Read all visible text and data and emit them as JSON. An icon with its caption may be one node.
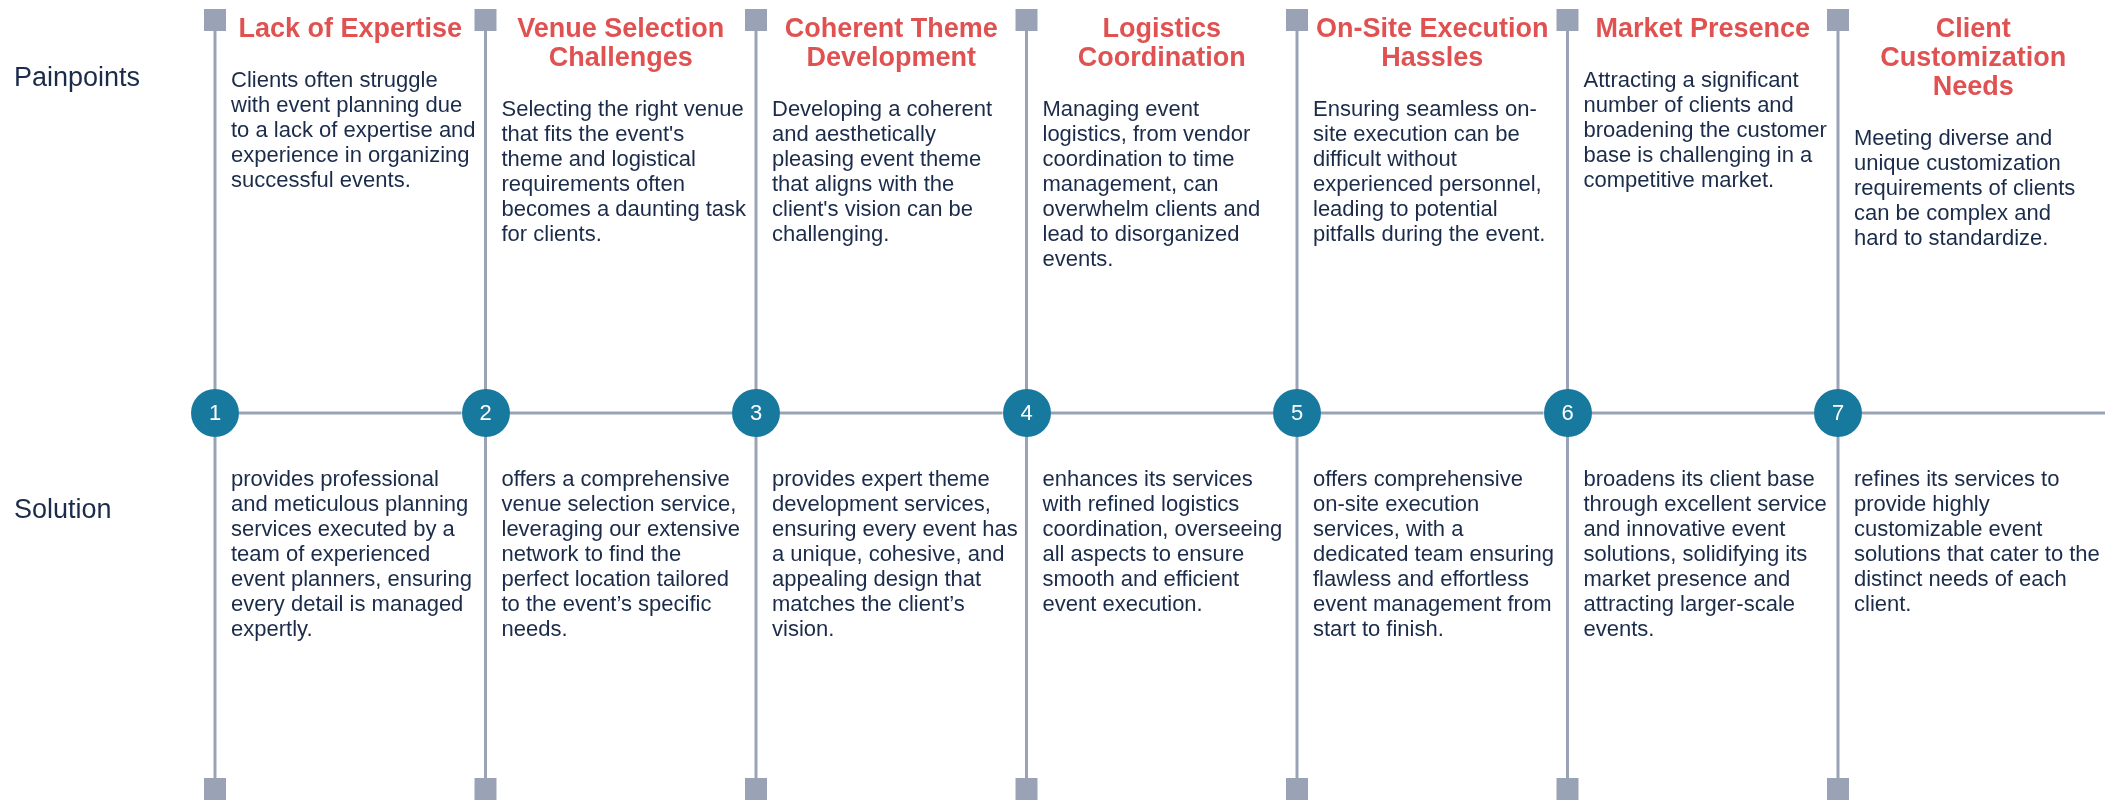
{
  "diagram": {
    "nodes": [
      {
        "text": [
          "1"
        ],
        "beside": [
          "Lack of Expertise",
          "Clients often struggle with event planning due to a lack of expertise and experience in organizing successful events.",
          "provides professional and meticulous planning services executed by a team of experienced event planners, ensuring every detail is managed expertly."
        ]
      },
      {
        "text": [
          "2"
        ],
        "beside": [
          "Venue Selection Challenges",
          "Selecting the right venue that fits the event's theme and logistical requirements often becomes a daunting task for clients.",
          "offers a comprehensive venue selection service, leveraging our extensive network to find the perfect location tailored to the event’s specific needs."
        ]
      },
      {
        "text": [
          "3"
        ],
        "beside": [
          "Coherent Theme Development",
          "Developing a coherent and aesthetically pleasing event theme that aligns with the client's vision can be challenging.",
          "provides expert theme development services, ensuring every event has a unique, cohesive, and appealing design that matches the client’s vision."
        ]
      },
      {
        "text": [
          "4"
        ],
        "beside": [
          "Logistics Coordination",
          "Managing event logistics, from vendor coordination to time management, can overwhelm clients and lead to disorganized events.",
          "enhances its services with refined logistics coordination, overseeing all aspects to ensure smooth and efficient event execution."
        ]
      },
      {
        "text": [
          "5"
        ],
        "beside": [
          "On-Site Execution Hassles",
          "Ensuring seamless on-site execution can be difficult without experienced personnel, leading to potential pitfalls during the event.",
          "offers comprehensive on-site execution services, with a dedicated team ensuring flawless and effortless event management from start to finish."
        ]
      },
      {
        "text": [
          "6"
        ],
        "beside": [
          "Market Presence",
          "Attracting a significant number of clients and broadening the customer base is challenging in a competitive market.",
          "broadens its client base through excellent service and innovative event solutions, solidifying its market presence and attracting larger-scale events."
        ]
      },
      {
        "text": [
          "7"
        ],
        "beside": [
          "Client Customization Needs",
          "Meeting diverse and unique customization requirements of clients can be complex and hard to standardize.",
          "refines its services to provide highly customizable event solutions that cater to the distinct needs of each client."
        ]
      }
    ],
    "edges": [
      {
        "from": 0,
        "to": 1,
        "arrow": "none"
      },
      {
        "from": 1,
        "to": 2,
        "arrow": "none"
      },
      {
        "from": 2,
        "to": 3,
        "arrow": "none"
      },
      {
        "from": 3,
        "to": 4,
        "arrow": "none"
      },
      {
        "from": 4,
        "to": 5,
        "arrow": "none"
      },
      {
        "from": 5,
        "to": 6,
        "arrow": "none"
      },
      {
        "from": 6,
        "to": null,
        "arrow": "none"
      }
    ],
    "labels": [
      "Painpoints",
      "Solution"
    ]
  }
}
